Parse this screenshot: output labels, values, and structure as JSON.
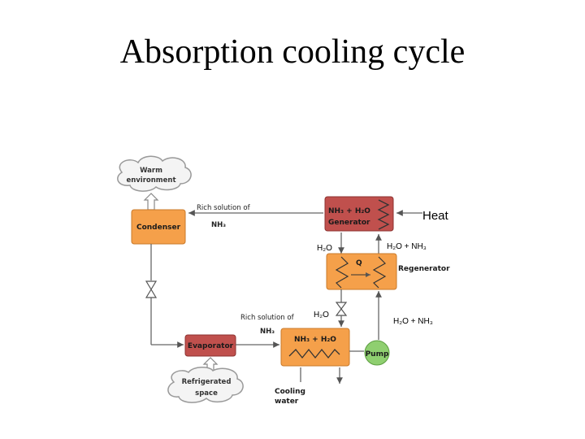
{
  "title": "Absorption cooling cycle",
  "components": {
    "condenser": "Condenser",
    "generator_formula": "NH₃ + H₂O",
    "generator": "Generator",
    "regenerator": "Regenerator",
    "regenerator_q": "Q",
    "evaporator": "Evaporator",
    "absorber_formula": "NH₃ + H₂O",
    "pump": "Pump"
  },
  "clouds": {
    "warm_line1": "Warm",
    "warm_line2": "environment",
    "refrig_line1": "Refrigerated",
    "refrig_line2": "space"
  },
  "labels": {
    "rich_solution_top_1": "Rich solution of",
    "rich_solution_top_2": "NH₃",
    "heat": "Heat",
    "h2o_top": "H₂O",
    "h2o_nh3_top": "H₂O + NH₃",
    "rich_solution_bottom_1": "Rich solution of",
    "rich_solution_bottom_2": "NH₃",
    "h2o_mid": "H₂O",
    "h2o_nh3_bottom": "H₂O + NH₃",
    "cooling_water_1": "Cooling",
    "cooling_water_2": "water"
  },
  "colors": {
    "orange": "#f5a04a",
    "red": "#c0504d",
    "pump_green": "#8fcf70",
    "cloud_fill": "#f4f4f4"
  }
}
